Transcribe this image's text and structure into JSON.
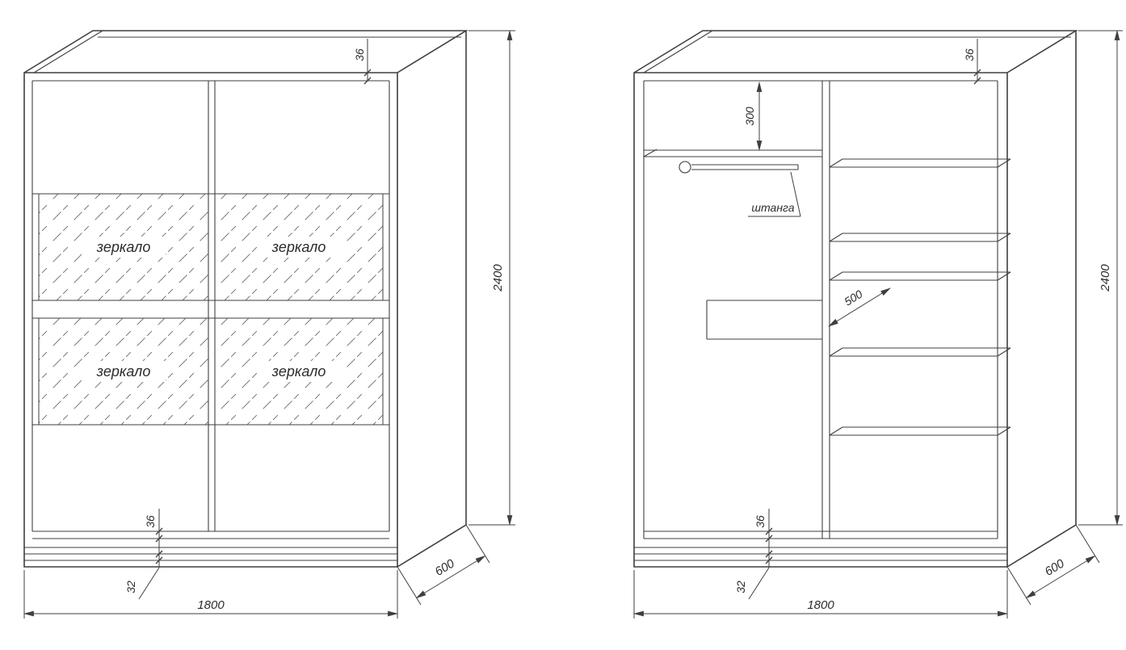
{
  "labels": {
    "mirror": "зеркало",
    "rod": "штанга"
  },
  "dimensions": {
    "width": "1800",
    "height": "2400",
    "depth": "600",
    "panel_thickness": "36",
    "plinth_height": "32",
    "rod_drop": "300",
    "shelf_width": "500"
  },
  "colors": {
    "line": "#3f3f3f",
    "text": "#2d2d2d",
    "background": "#ffffff"
  }
}
